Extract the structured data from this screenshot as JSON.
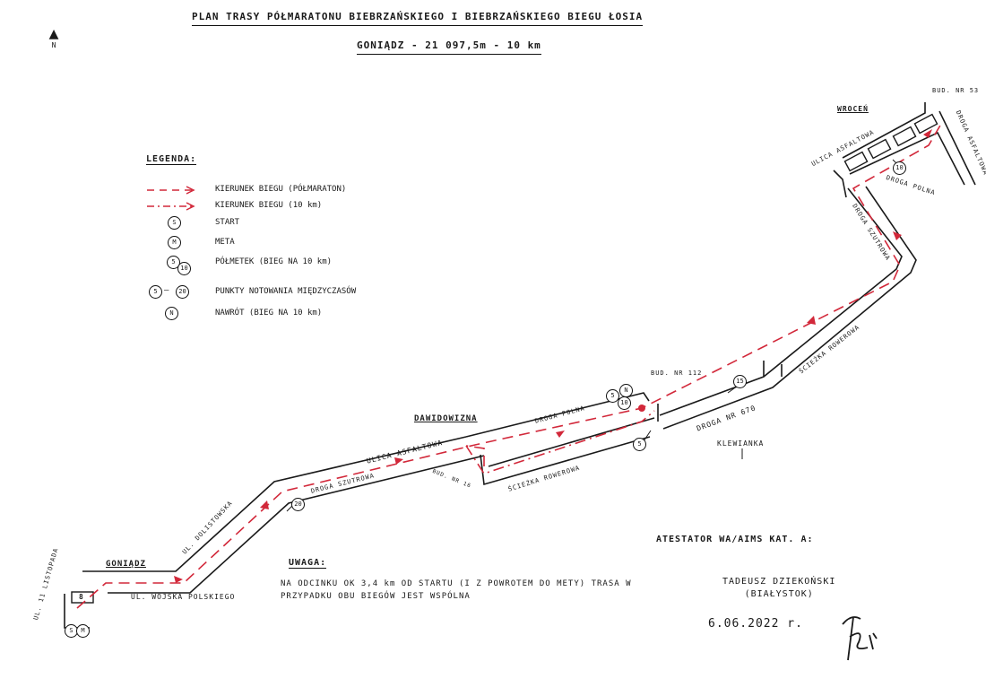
{
  "title": "PLAN TRASY PÓŁMARATONU BIEBRZAŃSKIEGO I BIEBRZAŃSKIEGO BIEGU ŁOSIA",
  "subtitle": "GONIĄDZ - 21 097,5m - 10 km",
  "north_label": "N",
  "north_icon": "north-arrow-icon",
  "colors": {
    "route": "#d2283a",
    "ink": "#1a1a1a"
  },
  "legend": {
    "title": "LEGENDA:",
    "items": [
      {
        "symbol": "",
        "label": "KIERUNEK BIEGU (PÓŁMARATON)"
      },
      {
        "symbol": "",
        "label": "KIERUNEK BIEGU (10 km)"
      },
      {
        "symbol": "S",
        "label": "START"
      },
      {
        "symbol": "M",
        "label": "META"
      },
      {
        "symbol": "5",
        "symbol2": "10",
        "label": "PÓŁMETEK (BIEG NA 10 km)"
      },
      {
        "symbol": "5",
        "symbol2": "20",
        "label": "PUNKTY NOTOWANIA MIĘDZYCZASÓW"
      },
      {
        "symbol": "N",
        "label": "NAWRÓT (BIEG NA 10 km)"
      }
    ]
  },
  "places": {
    "goniadz": "GONIĄDZ",
    "dawidowizna": "DAWIDOWIZNA",
    "wrocen": "WROCEŃ",
    "klewianka": "KLEWIANKA"
  },
  "roads": {
    "listopada": "UL. 11 LISTOPADA",
    "wojska_polskiego": "UL. WOJSKA POLSKIEGO",
    "dolistowska": "UL. DOLISTOWSKA",
    "droga_szutrowa_1": "DROGA SZUTROWA",
    "ulica_asfaltowa_1": "ULICA ASFALTOWA",
    "droga_polna_1": "DROGA POLNA",
    "sciezka_rowerowa_1": "ŚCIEŻKA ROWEROWA",
    "droga_670": "DROGA NR 670",
    "sciezka_rowerowa_2": "ŚCIEŻKA ROWEROWA",
    "droga_szutrowa_2": "DROGA SZUTROWA",
    "ulica_asfaltowa_2": "ULICA ASFALTOWA",
    "droga_polna_2": "DROGA POLNA",
    "droga_asfaltowa": "DROGA ASFALTOWA"
  },
  "buildings": {
    "bud_16": "BUD. NR 16",
    "bud_112": "BUD. NR 112",
    "bud_53": "BUD. NR 53",
    "start_building": "8"
  },
  "markers": {
    "start": "S",
    "finish": "M",
    "turnaround": "N",
    "km5": "5",
    "km10": "10",
    "km15": "15",
    "km20": "20"
  },
  "note": {
    "title": "UWAGA:",
    "text": "NA ODCINKU OK 3,4 km OD STARTU (I Z POWROTEM DO METY) TRASA W PRZYPADKU OBU BIEGÓW JEST WSPÓLNA"
  },
  "attestation": {
    "title": "ATESTATOR WA/AIMS KAT. A:",
    "name": "TADEUSZ DZIEKOŃSKI",
    "city": "(BIAŁYSTOK)",
    "date": "6.06.2022 r."
  }
}
